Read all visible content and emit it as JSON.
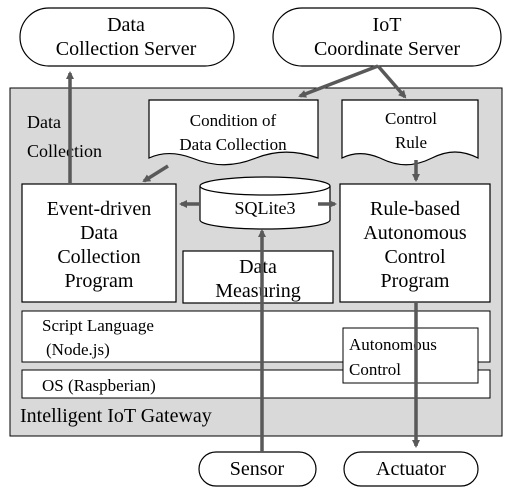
{
  "nodes": {
    "data_collection_server": [
      "Data",
      "Collection Server"
    ],
    "iot_coordinate_server": [
      "IoT",
      "Coordinate Server"
    ],
    "gateway_label": "Intelligent IoT Gateway",
    "data_collection_label": [
      "Data",
      "Collection"
    ],
    "condition_of_data_collection": [
      "Condition of",
      "Data Collection"
    ],
    "control_rule": [
      "Control",
      "Rule"
    ],
    "event_driven_program": [
      "Event-driven",
      "Data",
      "Collection",
      "Program"
    ],
    "sqlite": "SQLite3",
    "data_measuring": [
      "Data",
      "Measuring"
    ],
    "rule_based_program": [
      "Rule-based",
      "Autonomous",
      "Control",
      "Program"
    ],
    "script_language": [
      "Script Language",
      "(Node.js)"
    ],
    "autonomous_control": [
      "Autonomous",
      "Control"
    ],
    "os": "OS (Raspberian)",
    "sensor": "Sensor",
    "actuator": "Actuator"
  },
  "colors": {
    "gateway_fill": "#d9d9d9",
    "box_fill": "#ffffff",
    "stroke": "#000000",
    "arrow": "#595959"
  }
}
